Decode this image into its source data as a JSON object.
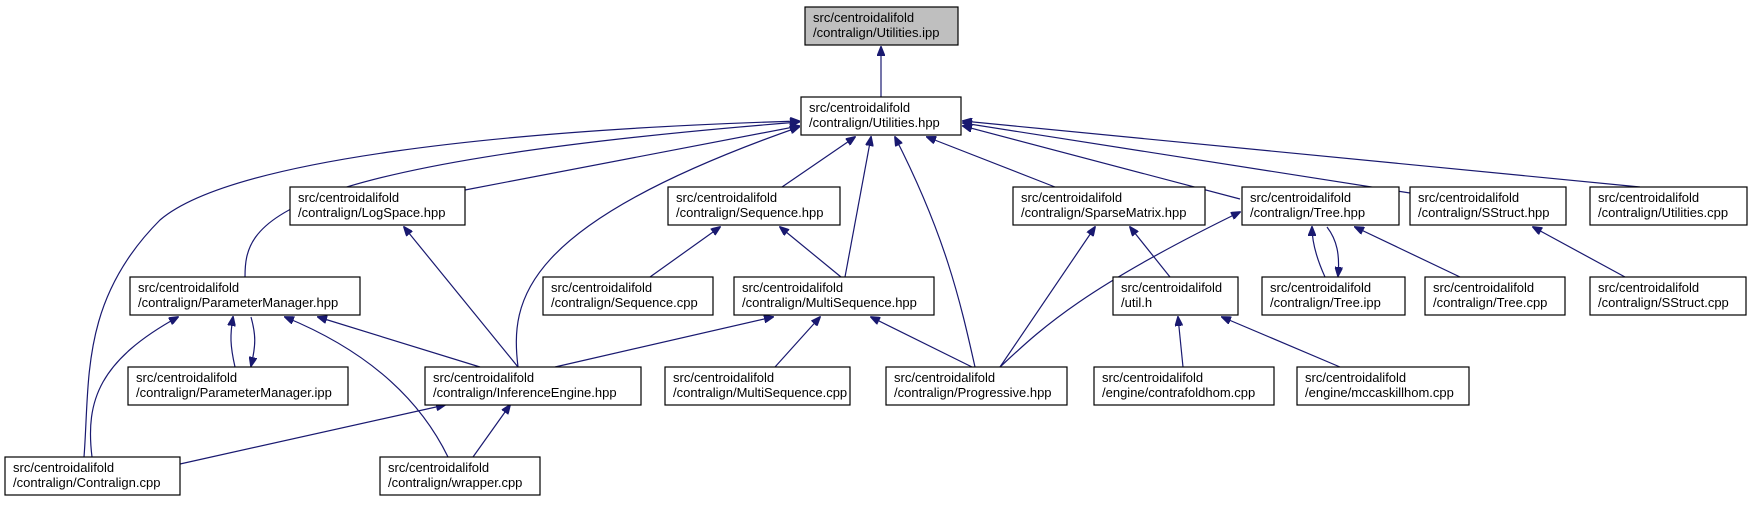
{
  "colors": {
    "edge": "#191970",
    "root_fill": "#bfbfbf",
    "node_fill": "#ffffff"
  },
  "nodes": [
    {
      "id": "n0",
      "lines": [
        "src/centroidalifold",
        "/contralign/Utilities.ipp"
      ]
    },
    {
      "id": "n1",
      "lines": [
        "src/centroidalifold",
        "/contralign/Utilities.hpp"
      ]
    },
    {
      "id": "n2",
      "lines": [
        "src/centroidalifold",
        "/contralign/LogSpace.hpp"
      ]
    },
    {
      "id": "n3",
      "lines": [
        "src/centroidalifold",
        "/contralign/Sequence.hpp"
      ]
    },
    {
      "id": "n4",
      "lines": [
        "src/centroidalifold",
        "/contralign/SparseMatrix.hpp"
      ]
    },
    {
      "id": "n5",
      "lines": [
        "src/centroidalifold",
        "/contralign/Tree.hpp"
      ]
    },
    {
      "id": "n6",
      "lines": [
        "src/centroidalifold",
        "/contralign/SStruct.hpp"
      ]
    },
    {
      "id": "n7",
      "lines": [
        "src/centroidalifold",
        "/contralign/Utilities.cpp"
      ]
    },
    {
      "id": "n8",
      "lines": [
        "src/centroidalifold",
        "/contralign/ParameterManager.hpp"
      ]
    },
    {
      "id": "n9",
      "lines": [
        "src/centroidalifold",
        "/contralign/Sequence.cpp"
      ]
    },
    {
      "id": "n10",
      "lines": [
        "src/centroidalifold",
        "/contralign/MultiSequence.hpp"
      ]
    },
    {
      "id": "n11",
      "lines": [
        "src/centroidalifold",
        "/util.h"
      ]
    },
    {
      "id": "n12",
      "lines": [
        "src/centroidalifold",
        "/contralign/Tree.ipp"
      ]
    },
    {
      "id": "n13",
      "lines": [
        "src/centroidalifold",
        "/contralign/Tree.cpp"
      ]
    },
    {
      "id": "n14",
      "lines": [
        "src/centroidalifold",
        "/contralign/SStruct.cpp"
      ]
    },
    {
      "id": "n15",
      "lines": [
        "src/centroidalifold",
        "/contralign/ParameterManager.ipp"
      ]
    },
    {
      "id": "n16",
      "lines": [
        "src/centroidalifold",
        "/contralign/InferenceEngine.hpp"
      ]
    },
    {
      "id": "n17",
      "lines": [
        "src/centroidalifold",
        "/contralign/MultiSequence.cpp"
      ]
    },
    {
      "id": "n18",
      "lines": [
        "src/centroidalifold",
        "/contralign/Progressive.hpp"
      ]
    },
    {
      "id": "n19",
      "lines": [
        "src/centroidalifold",
        "/engine/contrafoldhom.cpp"
      ]
    },
    {
      "id": "n20",
      "lines": [
        "src/centroidalifold",
        "/engine/mccaskillhom.cpp"
      ]
    },
    {
      "id": "n21",
      "lines": [
        "src/centroidalifold",
        "/contralign/Contralign.cpp"
      ]
    },
    {
      "id": "n22",
      "lines": [
        "src/centroidalifold",
        "/contralign/wrapper.cpp"
      ]
    }
  ],
  "edges": [
    {
      "from": "n1",
      "to": "n0"
    },
    {
      "from": "n2",
      "to": "n1"
    },
    {
      "from": "n3",
      "to": "n1"
    },
    {
      "from": "n4",
      "to": "n1"
    },
    {
      "from": "n5",
      "to": "n1"
    },
    {
      "from": "n6",
      "to": "n1"
    },
    {
      "from": "n7",
      "to": "n1"
    },
    {
      "from": "n8",
      "to": "n1"
    },
    {
      "from": "n10",
      "to": "n1"
    },
    {
      "from": "n16",
      "to": "n1"
    },
    {
      "from": "n18",
      "to": "n1"
    },
    {
      "from": "n21",
      "to": "n1"
    },
    {
      "from": "n16",
      "to": "n2"
    },
    {
      "from": "n9",
      "to": "n3"
    },
    {
      "from": "n10",
      "to": "n3"
    },
    {
      "from": "n11",
      "to": "n4"
    },
    {
      "from": "n18",
      "to": "n4"
    },
    {
      "from": "n12",
      "to": "n5"
    },
    {
      "from": "n5",
      "to": "n12"
    },
    {
      "from": "n13",
      "to": "n5"
    },
    {
      "from": "n18",
      "to": "n5"
    },
    {
      "from": "n14",
      "to": "n6"
    },
    {
      "from": "n15",
      "to": "n8"
    },
    {
      "from": "n8",
      "to": "n15"
    },
    {
      "from": "n16",
      "to": "n8"
    },
    {
      "from": "n21",
      "to": "n8"
    },
    {
      "from": "n22",
      "to": "n8"
    },
    {
      "from": "n16",
      "to": "n10"
    },
    {
      "from": "n17",
      "to": "n10"
    },
    {
      "from": "n18",
      "to": "n10"
    },
    {
      "from": "n19",
      "to": "n11"
    },
    {
      "from": "n20",
      "to": "n11"
    },
    {
      "from": "n21",
      "to": "n16"
    },
    {
      "from": "n22",
      "to": "n16"
    }
  ]
}
